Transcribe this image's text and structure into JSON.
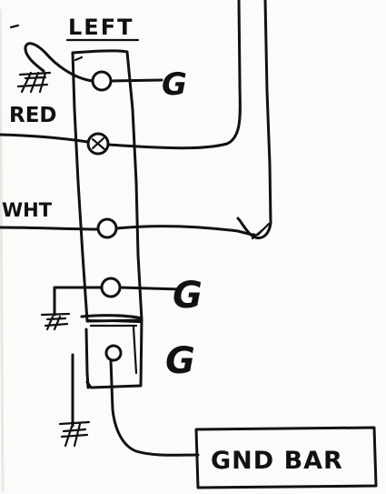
{
  "labels": {
    "strip_title": "LEFT",
    "red_wire": "RED",
    "white_wire": "WHT",
    "ground_bar": "GND BAR"
  },
  "ground_symbol_label": "G",
  "terminals": [
    {
      "id": "t1",
      "wire": "ground",
      "label": "G"
    },
    {
      "id": "t2",
      "wire": "RED",
      "label": ""
    },
    {
      "id": "t3",
      "wire": "WHT",
      "label": ""
    },
    {
      "id": "t4",
      "wire": "ground",
      "label": "G"
    },
    {
      "id": "t5",
      "wire": "ground",
      "label": "G"
    }
  ]
}
